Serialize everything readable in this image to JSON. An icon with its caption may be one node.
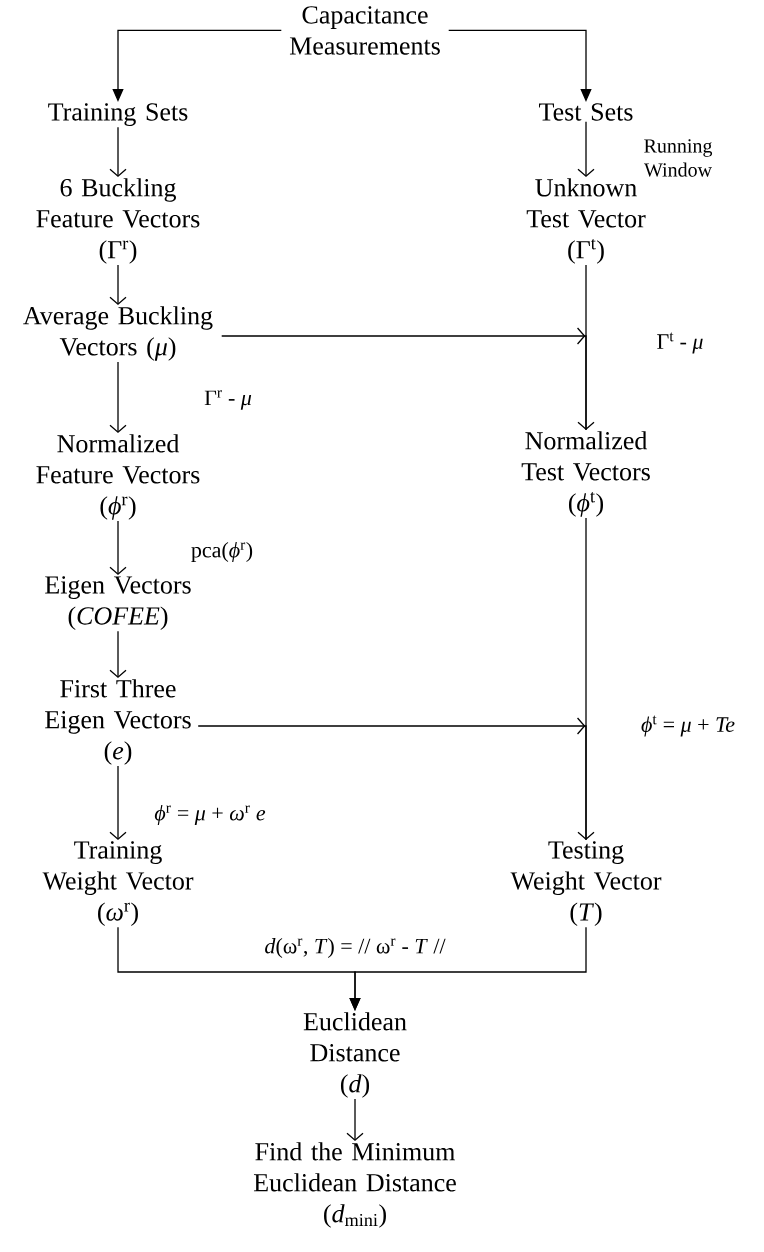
{
  "diagram": {
    "nodes": [
      {
        "text": [
          "Capacitance Measurements"
        ]
      },
      {
        "text": [
          "Training Sets"
        ]
      },
      {
        "text": [
          "Test Sets"
        ]
      },
      {
        "text": [
          "6 Buckling Feature Vectors",
          "(Γ$^{r}$)"
        ]
      },
      {
        "text": [
          "Unknown Test Vector",
          "(Γ$^{t}$)"
        ]
      },
      {
        "text": [
          "Average Buckling Vectors (*μ*)"
        ]
      },
      {
        "text": [
          "Normalized Feature Vectors",
          "(*ϕ*$^{r}$)"
        ]
      },
      {
        "text": [
          "Normalized Test Vectors",
          "(*ϕ*$^{t}$)"
        ]
      },
      {
        "text": [
          "Eigen Vectors",
          "(*COFEE*)"
        ]
      },
      {
        "text": [
          "First Three Eigen Vectors",
          "(*e*)"
        ]
      },
      {
        "text": [
          "Training Weight Vector",
          "(*ω*$^{r}$)"
        ]
      },
      {
        "text": [
          "Testing Weight Vector",
          "(*T*)"
        ]
      },
      {
        "text": [
          "Euclidean Distance",
          "(*d*)"
        ]
      },
      {
        "text": [
          "Find the Minimum Euclidean Distance",
          "(*d*$_{mini}$)"
        ]
      }
    ],
    "edges": [
      {
        "from": 0,
        "to": 1,
        "arrow": "to"
      },
      {
        "from": 0,
        "to": 2,
        "arrow": "to"
      },
      {
        "from": 1,
        "to": 3,
        "arrow": "to"
      },
      {
        "from": 2,
        "to": 4,
        "arrow": "to",
        "label": "Running Window"
      },
      {
        "from": 3,
        "to": 5,
        "arrow": "to"
      },
      {
        "from": 4,
        "to": 7,
        "arrow": "to",
        "label": "Γ$^{t}$ - *μ*"
      },
      {
        "from": 5,
        "to": 7,
        "arrow": "to"
      },
      {
        "from": 5,
        "to": 6,
        "arrow": "to",
        "label": "Γ$^{r}$ - *μ*"
      },
      {
        "from": 6,
        "to": 8,
        "arrow": "to",
        "label": "pca(*ϕ*$^{r}$)"
      },
      {
        "from": 8,
        "to": 9,
        "arrow": "to"
      },
      {
        "from": 7,
        "to": 11,
        "arrow": "to",
        "label": "*ϕ*$^{t}$ = *μ* + *Te*"
      },
      {
        "from": 9,
        "to": 11,
        "arrow": "to"
      },
      {
        "from": 9,
        "to": 10,
        "arrow": "to",
        "label": "*ϕ*$^{r}$ = *μ* + *ω*$^{r}$ *e*"
      },
      {
        "from": 10,
        "to": 12,
        "arrow": "to",
        "label": "*d*(ω$^{r}$, *T*) = // ω$^{r}$ - *T* //"
      },
      {
        "from": 11,
        "to": 12,
        "arrow": "to"
      },
      {
        "from": 12,
        "to": 13,
        "arrow": "to"
      }
    ]
  }
}
